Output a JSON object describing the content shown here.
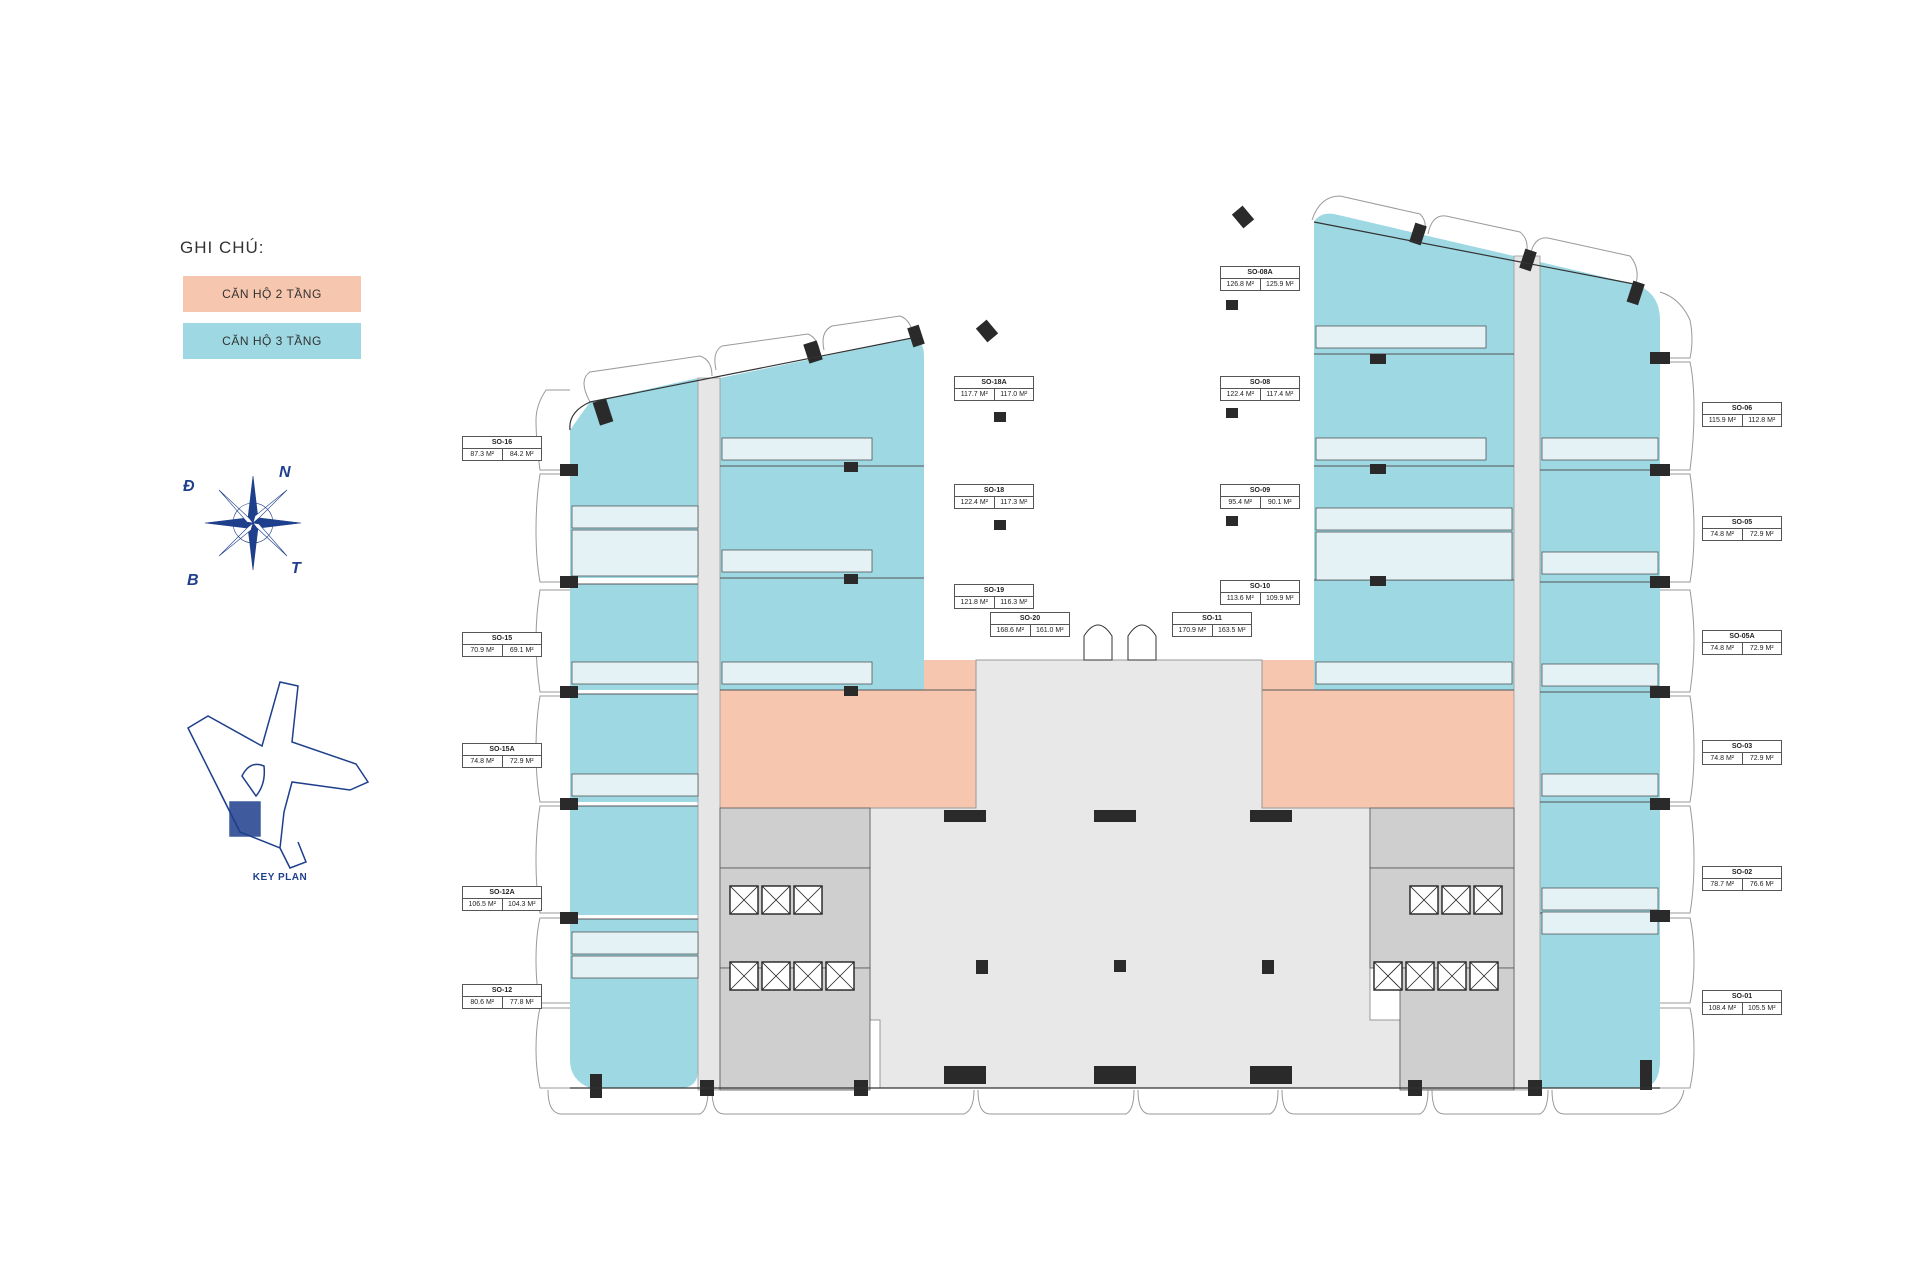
{
  "legend": {
    "title": "GHI CHÚ:",
    "two_floor": "CĂN HỘ 2 TẦNG",
    "three_floor": "CĂN HỘ 3 TẦNG"
  },
  "colors": {
    "two_floor": "#f7c6ae",
    "three_floor": "#9ed8e3",
    "common_area": "#e8e8e8",
    "column": "#2a2a2a",
    "accent": "#1e3f8c"
  },
  "compass": {
    "d": "Đ",
    "n": "N",
    "b": "B",
    "t": "T"
  },
  "keyplan": {
    "label": "KEY PLAN"
  },
  "units": [
    {
      "code": "SO-16",
      "area_a": "87.3 M²",
      "area_b": "84.2 M²"
    },
    {
      "code": "SO-15",
      "area_a": "70.9 M²",
      "area_b": "69.1 M²"
    },
    {
      "code": "SO-15A",
      "area_a": "74.8 M²",
      "area_b": "72.9 M²"
    },
    {
      "code": "SO-12A",
      "area_a": "106.5 M²",
      "area_b": "104.3 M²"
    },
    {
      "code": "SO-12",
      "area_a": "80.6 M²",
      "area_b": "77.8 M²"
    },
    {
      "code": "SO-18A",
      "area_a": "117.7 M²",
      "area_b": "117.0 M²"
    },
    {
      "code": "SO-18",
      "area_a": "122.4 M²",
      "area_b": "117.3 M²"
    },
    {
      "code": "SO-19",
      "area_a": "121.8 M²",
      "area_b": "116.3 M²"
    },
    {
      "code": "SO-20",
      "area_a": "168.6 M²",
      "area_b": "161.0 M²"
    },
    {
      "code": "SO-11",
      "area_a": "170.9 M²",
      "area_b": "163.5 M²"
    },
    {
      "code": "SO-10",
      "area_a": "113.6 M²",
      "area_b": "109.9 M²"
    },
    {
      "code": "SO-09",
      "area_a": "95.4 M²",
      "area_b": "90.1 M²"
    },
    {
      "code": "SO-08",
      "area_a": "122.4 M²",
      "area_b": "117.4 M²"
    },
    {
      "code": "SO-08A",
      "area_a": "126.8 M²",
      "area_b": "125.9 M²"
    },
    {
      "code": "SO-06",
      "area_a": "115.9 M²",
      "area_b": "112.8 M²"
    },
    {
      "code": "SO-05",
      "area_a": "74.8 M²",
      "area_b": "72.9 M²"
    },
    {
      "code": "SO-05A",
      "area_a": "74.8 M²",
      "area_b": "72.9 M²"
    },
    {
      "code": "SO-03",
      "area_a": "74.8 M²",
      "area_b": "72.9 M²"
    },
    {
      "code": "SO-02",
      "area_a": "78.7 M²",
      "area_b": "76.6 M²"
    },
    {
      "code": "SO-01",
      "area_a": "108.4 M²",
      "area_b": "105.5 M²"
    }
  ]
}
